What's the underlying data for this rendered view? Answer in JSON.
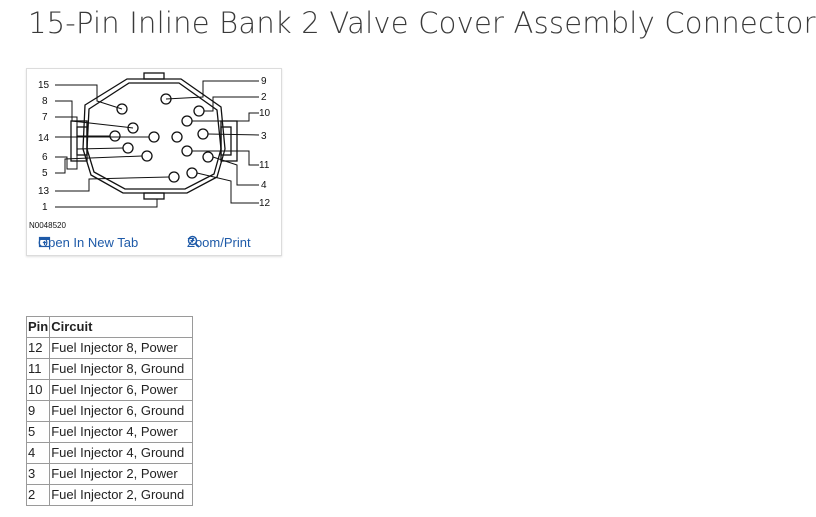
{
  "page": {
    "title": "15-Pin Inline Bank 2 Valve Cover Assembly Connector"
  },
  "figure": {
    "id": "N0048520",
    "left_labels": [
      "15",
      "8",
      "7",
      "14",
      "6",
      "5",
      "13",
      "1"
    ],
    "right_labels": [
      "9",
      "2",
      "10",
      "3",
      "11",
      "4",
      "12"
    ],
    "actions": {
      "open": "Open In New Tab",
      "zoom": "Zoom/Print"
    },
    "colors": {
      "link": "#1e5aa8",
      "line": "#111111"
    }
  },
  "table": {
    "headers": [
      "Pin",
      "Circuit"
    ],
    "rows": [
      {
        "pin": "12",
        "circuit": "Fuel Injector 8, Power"
      },
      {
        "pin": "11",
        "circuit": "Fuel Injector 8, Ground"
      },
      {
        "pin": "10",
        "circuit": "Fuel Injector 6, Power"
      },
      {
        "pin": "9",
        "circuit": "Fuel Injector 6, Ground"
      },
      {
        "pin": "5",
        "circuit": "Fuel Injector 4, Power"
      },
      {
        "pin": "4",
        "circuit": "Fuel Injector 4, Ground"
      },
      {
        "pin": "3",
        "circuit": "Fuel Injector 2, Power"
      },
      {
        "pin": "2",
        "circuit": "Fuel Injector 2, Ground"
      }
    ]
  }
}
